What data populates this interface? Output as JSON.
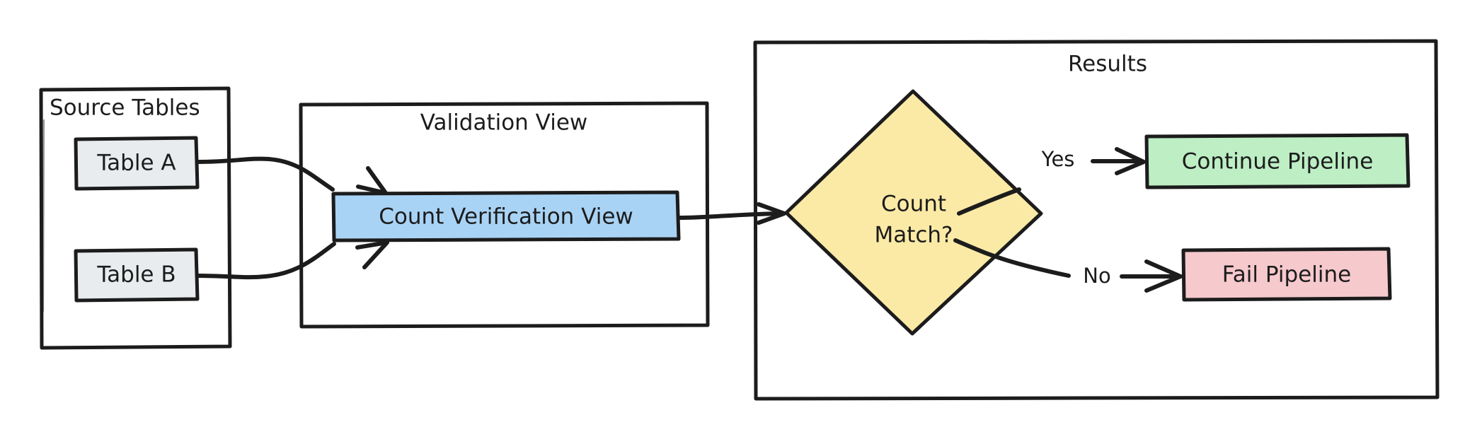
{
  "diagram": {
    "type": "flowchart",
    "title": "",
    "style": "hand-drawn",
    "background_color": "#ffffff",
    "stroke_color": "#1c1c1c"
  },
  "groups": [
    {
      "id": "source-tables",
      "title": "Source Tables",
      "fill": "#ffffff",
      "border": "#1c1c1c"
    },
    {
      "id": "validation-view",
      "title": "Validation View",
      "fill": "#ffffff",
      "border": "#1c1c1c"
    },
    {
      "id": "results",
      "title": "Results",
      "fill": "#ffffff",
      "border": "#1c1c1c"
    }
  ],
  "nodes": [
    {
      "id": "table-a",
      "label": "Table A",
      "shape": "rect",
      "fill": "#e8ecee",
      "border": "#1c1c1c",
      "group": "source-tables"
    },
    {
      "id": "table-b",
      "label": "Table B",
      "shape": "rect",
      "fill": "#e8ecee",
      "border": "#1c1c1c",
      "group": "source-tables"
    },
    {
      "id": "count-verification-view",
      "label": "Count Verification View",
      "shape": "rect",
      "fill": "#a9d3f5",
      "border": "#1c1c1c",
      "group": "validation-view"
    },
    {
      "id": "count-match",
      "label": "Count Match?",
      "label_line1": "Count",
      "label_line2": "Match?",
      "shape": "diamond",
      "fill": "#fbeaa6",
      "border": "#1c1c1c",
      "group": "results"
    },
    {
      "id": "continue-pipeline",
      "label": "Continue Pipeline",
      "shape": "rect",
      "fill": "#bdeec4",
      "border": "#1c1c1c",
      "group": "results"
    },
    {
      "id": "fail-pipeline",
      "label": "Fail Pipeline",
      "shape": "rect",
      "fill": "#f6c9cd",
      "border": "#1c1c1c",
      "group": "results"
    }
  ],
  "edges": [
    {
      "id": "edge-a-to-cvv",
      "from": "table-a",
      "to": "count-verification-view",
      "label": ""
    },
    {
      "id": "edge-b-to-cvv",
      "from": "table-b",
      "to": "count-verification-view",
      "label": ""
    },
    {
      "id": "edge-cvv-to-match",
      "from": "count-verification-view",
      "to": "count-match",
      "label": ""
    },
    {
      "id": "edge-match-yes",
      "from": "count-match",
      "to": "continue-pipeline",
      "label": "Yes"
    },
    {
      "id": "edge-match-no",
      "from": "count-match",
      "to": "fail-pipeline",
      "label": "No"
    }
  ]
}
